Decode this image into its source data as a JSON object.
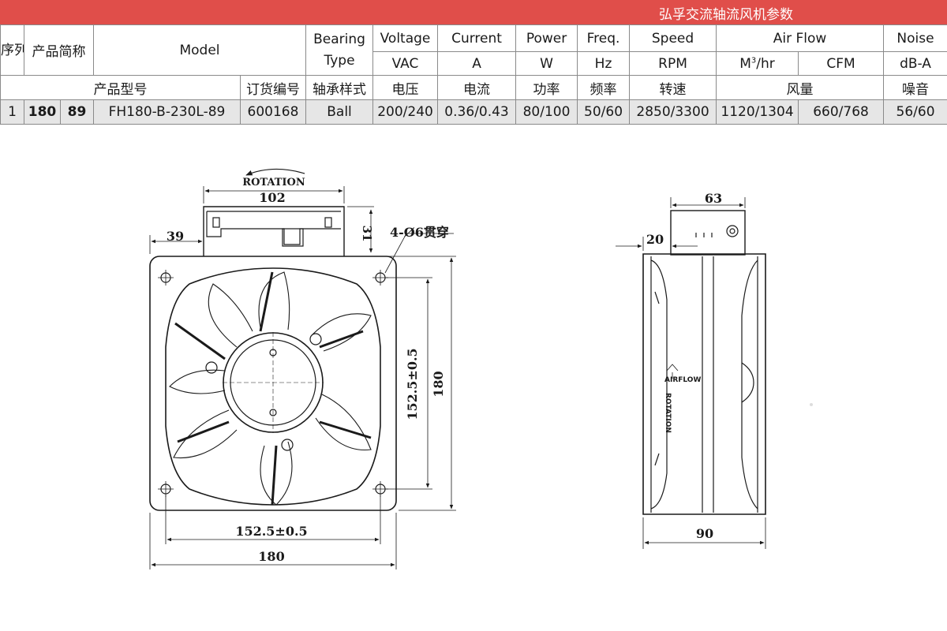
{
  "header": {
    "title": "弘孚交流轴流风机参数"
  },
  "table": {
    "seq_label": "序列",
    "product_short": "产品简称",
    "model": "Model",
    "bearing_type": "Bearing Type",
    "voltage": "Voltage",
    "current": "Current",
    "power": "Power",
    "freq": "Freq.",
    "speed": "Speed",
    "air_flow": "Air Flow",
    "noise": "Noise",
    "unit_vac": "VAC",
    "unit_a": "A",
    "unit_w": "W",
    "unit_hz": "Hz",
    "unit_rpm": "RPM",
    "unit_m3": "M",
    "unit_m3_sup": "3",
    "unit_m3_tail": "/hr",
    "unit_cfm": "CFM",
    "unit_dba": "dB-A",
    "cn_model": "产品型号",
    "cn_order": "订货编号",
    "cn_bearing": "轴承样式",
    "cn_voltage": "电压",
    "cn_current": "电流",
    "cn_power": "功率",
    "cn_freq": "频率",
    "cn_speed": "转速",
    "cn_airflow": "风量",
    "cn_noise": "噪音",
    "rows": [
      {
        "seq": "1",
        "size": "180",
        "depth": "89",
        "model": "FH180-B-230L-89",
        "order_no": "600168",
        "bearing": "Ball",
        "voltage": "200/240",
        "current": "0.36/0.43",
        "power": "80/100",
        "freq": "50/60",
        "speed": "2850/3300",
        "airflow_m3": "1120/1304",
        "airflow_cfm": "660/768",
        "noise": "56/60"
      }
    ]
  },
  "drawing": {
    "rotation": "ROTATION",
    "dim_102": "102",
    "dim_39": "39",
    "dim_31": "31",
    "hole_note": "4-Ø6贯穿",
    "dim_v_1525": "152.5±0.5",
    "dim_v_180": "180",
    "dim_h_1525": "152.5±0.5",
    "dim_h_180": "180",
    "dim_63": "63",
    "dim_20": "20",
    "dim_90": "90",
    "airflow_label": "AIRFLOW",
    "rotation_side": "ROTATION"
  },
  "colors": {
    "header_red": "#e04e4a",
    "row_gray": "#e6e6e6",
    "line": "#1a1a1a"
  }
}
